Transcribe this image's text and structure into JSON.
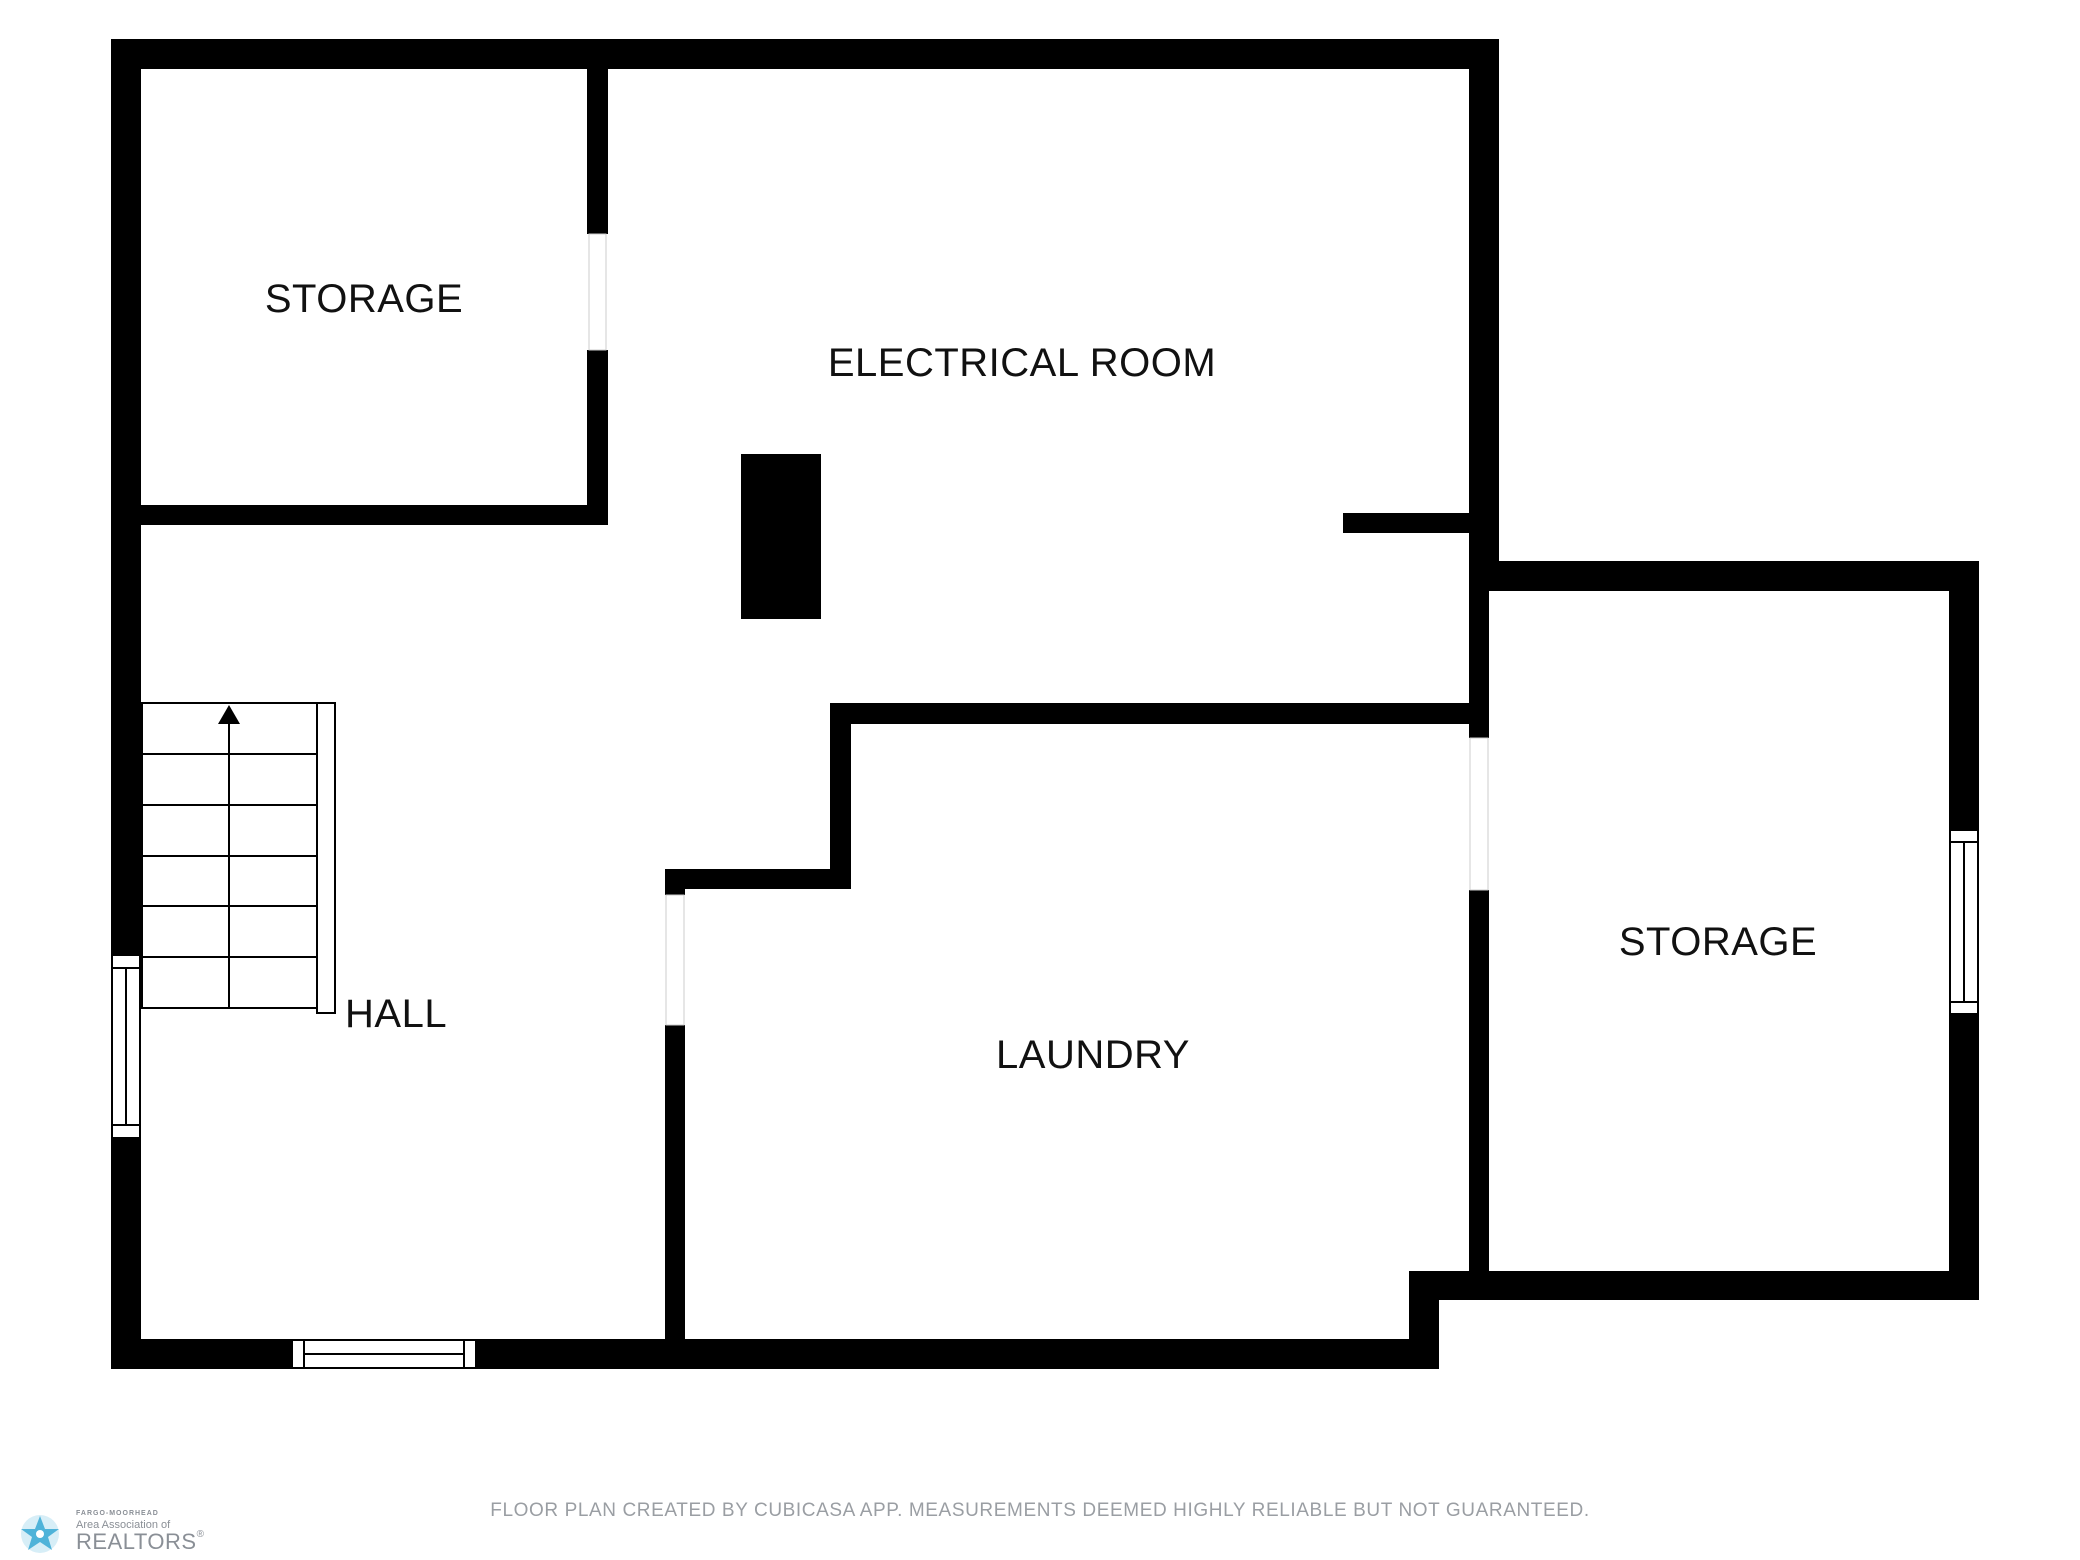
{
  "rooms": {
    "storage_top_left": "STORAGE",
    "electrical_room": "ELECTRICAL ROOM",
    "hall": "HALL",
    "laundry": "LAUNDRY",
    "storage_right": "STORAGE"
  },
  "footer": {
    "disclaimer": "FLOOR PLAN CREATED BY CUBICASA APP. MEASUREMENTS DEEMED HIGHLY RELIABLE BUT NOT GUARANTEED."
  },
  "logo": {
    "top_line": "FARGO-MOORHEAD",
    "middle_line": "Area Association of",
    "main": "REALTORS",
    "mark": "®"
  },
  "colors": {
    "wall": "#000000",
    "background": "#ffffff",
    "footer_text": "#9a9ea3",
    "logo_accent": "#4fb3d9"
  }
}
